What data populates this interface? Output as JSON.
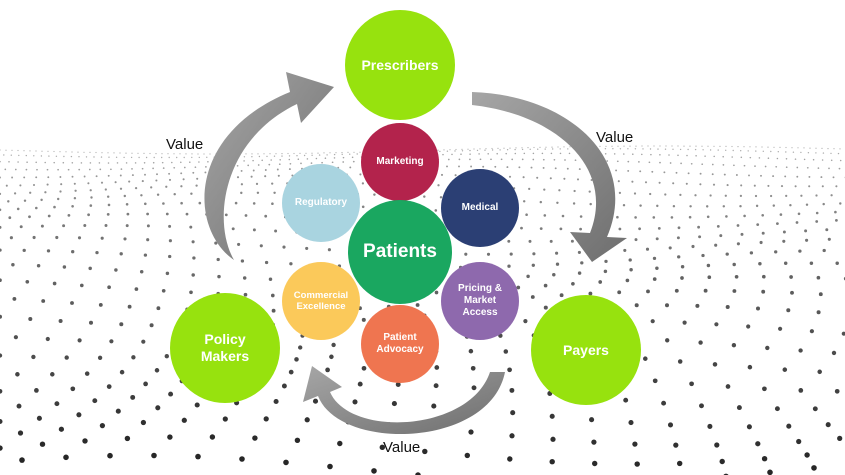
{
  "diagram": {
    "center": {
      "label": "Patients",
      "color": "#1aa760"
    },
    "stakeholders": [
      {
        "id": "prescribers",
        "label": "Prescribers",
        "color": "#97e20e"
      },
      {
        "id": "payers",
        "label": "Payers",
        "color": "#97e20e"
      },
      {
        "id": "policy-makers",
        "label": "Policy Makers",
        "color": "#97e20e"
      }
    ],
    "functions": [
      {
        "id": "marketing",
        "label": "Marketing",
        "color": "#b3234c"
      },
      {
        "id": "medical",
        "label": "Medical",
        "color": "#2b3f74"
      },
      {
        "id": "pricing",
        "label": "Pricing & Market Access",
        "color": "#8e69ad"
      },
      {
        "id": "patient-advocacy",
        "label": "Patient Advocacy",
        "color": "#ef7550"
      },
      {
        "id": "commercial-excellence",
        "label": "Commercial Excellence",
        "color": "#fbc95a"
      },
      {
        "id": "regulatory",
        "label": "Regulatory",
        "color": "#a9d4e0"
      }
    ],
    "flows": [
      {
        "id": "policy-to-prescribers",
        "label": "Value"
      },
      {
        "id": "prescribers-to-payers",
        "label": "Value"
      },
      {
        "id": "payers-to-policy",
        "label": "Value"
      }
    ],
    "arrow_color": "#7f7f7f"
  }
}
